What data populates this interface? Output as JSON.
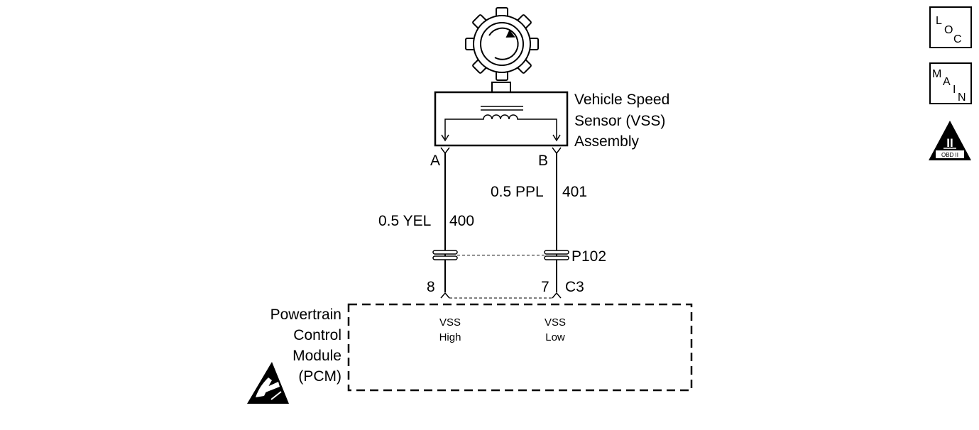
{
  "sensor": {
    "name_line1": "Vehicle Speed",
    "name_line2": "Sensor (VSS)",
    "name_line3": "Assembly"
  },
  "wires": {
    "left": {
      "terminal": "A",
      "size_color": "0.5 YEL",
      "circuit": "400",
      "pcm_pin": "8",
      "pcm_label_line1": "VSS",
      "pcm_label_line2": "High"
    },
    "right": {
      "terminal": "B",
      "size_color": "0.5 PPL",
      "circuit": "401",
      "pcm_pin": "7",
      "pcm_label_line1": "VSS",
      "pcm_label_line2": "Low"
    }
  },
  "connector": {
    "inline": "P102",
    "pcm": "C3"
  },
  "pcm": {
    "line1": "Powertrain",
    "line2": "Control",
    "line3": "Module",
    "line4": "(PCM)"
  },
  "nav": {
    "loc": [
      "L",
      "O",
      "C"
    ],
    "main": [
      "M",
      "A",
      "I",
      "N"
    ],
    "obd_badge": "II",
    "obd_text": "OBD II"
  },
  "icons": {
    "reluctor": "toothed-wheel-icon",
    "esd": "esd-warning-icon",
    "obd": "obd-ii-icon"
  },
  "colors": {
    "ink": "#000000",
    "paper": "#ffffff"
  }
}
